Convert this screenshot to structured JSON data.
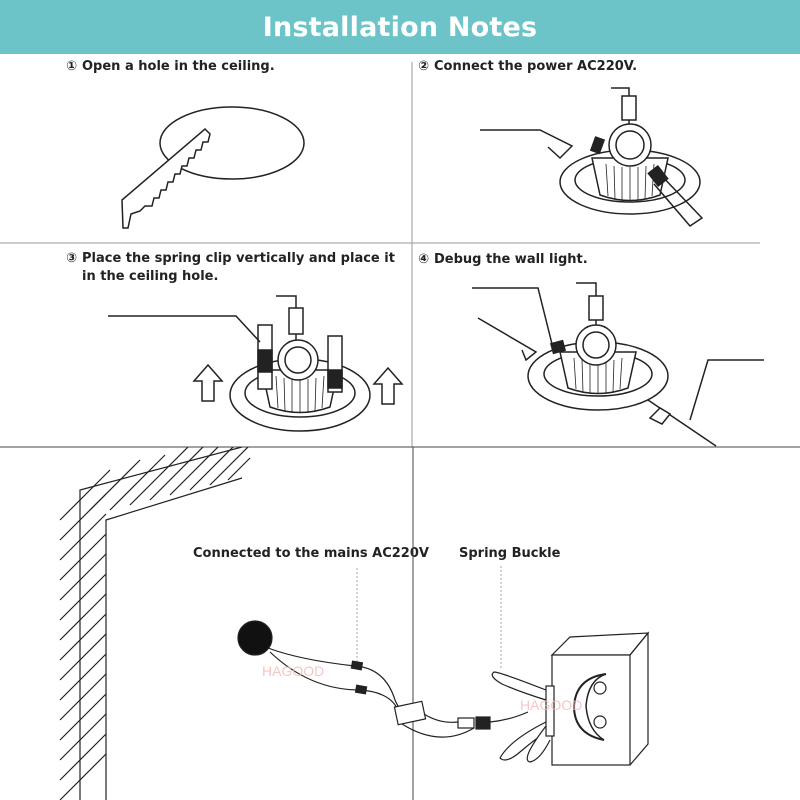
{
  "header": {
    "title": "Installation Notes"
  },
  "steps": [
    {
      "num": "①",
      "text": "Open a hole in the ceiling."
    },
    {
      "num": "②",
      "text": "Connect the power AC220V."
    },
    {
      "num": "③",
      "text": "Place the spring clip vertically and place it",
      "text2": "in the ceiling hole."
    },
    {
      "num": "④",
      "text": "Debug the wall light."
    }
  ],
  "callouts": {
    "mains": "Connected to the mains AC220V",
    "spring": "Spring Buckle"
  },
  "watermark": "HAGOOD"
}
